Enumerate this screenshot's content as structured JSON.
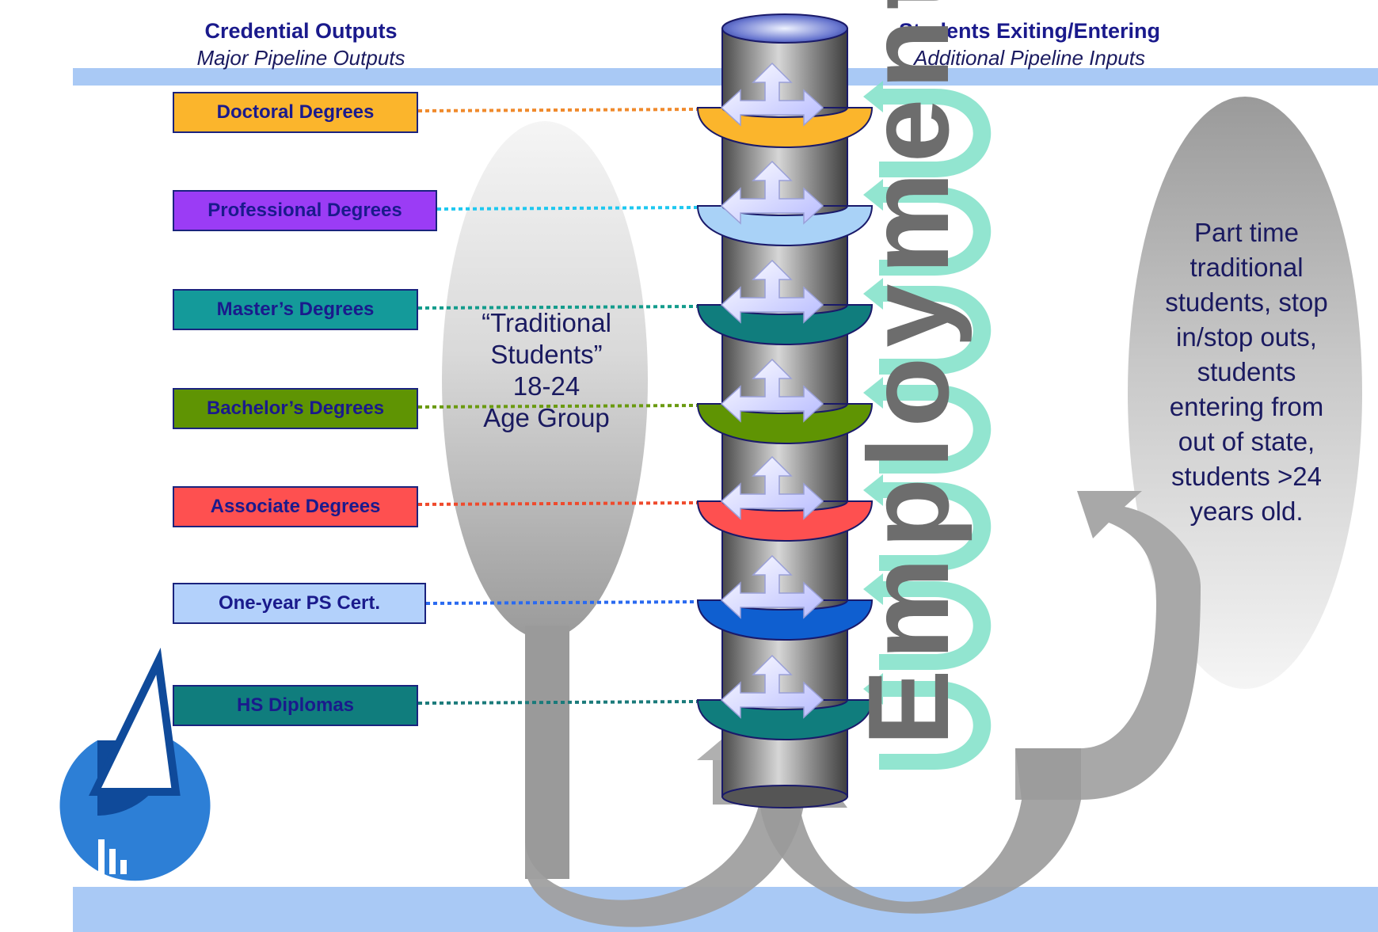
{
  "headers": {
    "left_title": "Credential Outputs",
    "left_subtitle": "Major Pipeline Outputs",
    "right_title": "Students Exiting/Entering",
    "right_subtitle": "Additional Pipeline Inputs"
  },
  "credentials": [
    {
      "label": "Doctoral Degrees",
      "color": "#fbb52c"
    },
    {
      "label": "Professional Degrees",
      "color": "#9b3cf5"
    },
    {
      "label": "Master’s Degrees",
      "color": "#149a9a"
    },
    {
      "label": "Bachelor’s Degrees",
      "color": "#5f9403"
    },
    {
      "label": "Associate Degrees",
      "color": "#fe5050"
    },
    {
      "label": "One-year PS Cert.",
      "color": "#b3d1fb"
    },
    {
      "label": "HS Diplomas",
      "color": "#107d7d"
    }
  ],
  "ring_colors": [
    "#fbb52c",
    "#a9d2f7",
    "#107d7d",
    "#5f9403",
    "#fe5050",
    "#0f5fd0",
    "#107d7d"
  ],
  "connector_colors": [
    "#f08a2c",
    "#1ec8f0",
    "#139c8c",
    "#6a9a10",
    "#ef4a2c",
    "#2a6af0",
    "#1a7a7a"
  ],
  "traditional": {
    "line1": "“Traditional",
    "line2": "Students”",
    "line3": "18-24",
    "line4": "Age Group"
  },
  "part_time": {
    "lines": [
      "Part time",
      "traditional",
      "students, stop",
      "in/stop outs,",
      "students",
      "entering from",
      "out of state,",
      "students >24",
      "years old."
    ]
  },
  "employment_label": "Employment",
  "colors": {
    "band": "#a9c9f5",
    "employment_arrow": "#7fe0c8",
    "gray_arrow": "#999999",
    "text_dark": "#1a1a8c"
  }
}
